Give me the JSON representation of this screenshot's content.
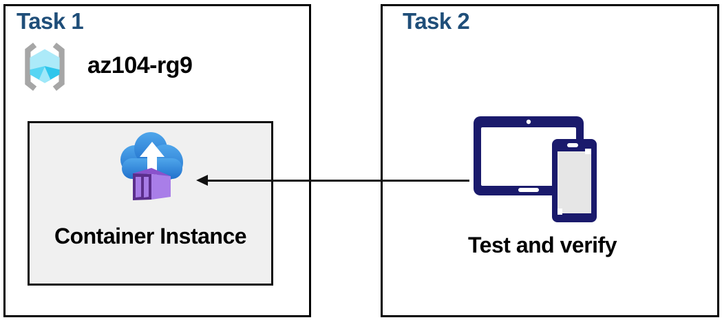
{
  "task1": {
    "title": "Task 1",
    "resource_group": {
      "name": "az104-rg9"
    },
    "container": {
      "label": "Container Instance"
    }
  },
  "task2": {
    "title": "Task 2",
    "devices_label": "Test and verify"
  },
  "connector": {
    "type": "arrow",
    "from": "test-and-verify-devices",
    "to": "container-instance",
    "direction": "right-to-left"
  },
  "icons": {
    "resource_group": "resource-group-icon",
    "container_instance": "container-instance-icon",
    "devices": "tablet-and-phone-icon"
  },
  "colors": {
    "task_title": "#1F4E79",
    "box_border": "#000000",
    "container_box_fill": "#F0F0F0",
    "device_navy": "#1A1A6C",
    "device_screen_gray": "#E6E6E6",
    "bracket_gray": "#A6A6A6",
    "cube_light": "#ACEAF9",
    "cube_mid": "#58D5F3",
    "cube_dark": "#2EC6EC",
    "cloud_blue_top": "#4FA6EB",
    "cloud_blue_bottom": "#2171CC",
    "container_purple_dark": "#5B2E8C",
    "container_purple_light": "#A97EE8",
    "container_purple_top": "#8A52CC",
    "text_black": "#000000"
  }
}
